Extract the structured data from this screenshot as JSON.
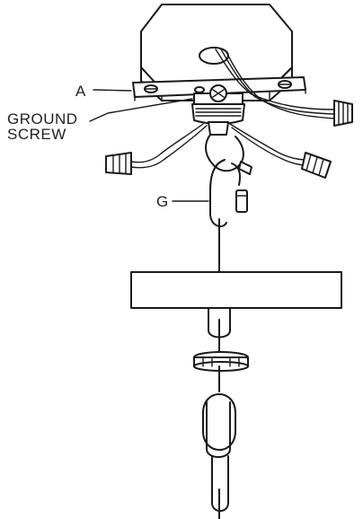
{
  "labels": {
    "a": "A",
    "ground_line1": "GROUND",
    "ground_line2": "SCREW",
    "g": "G"
  },
  "colors": {
    "stroke": "#1a1a1a",
    "background": "#ffffff"
  }
}
